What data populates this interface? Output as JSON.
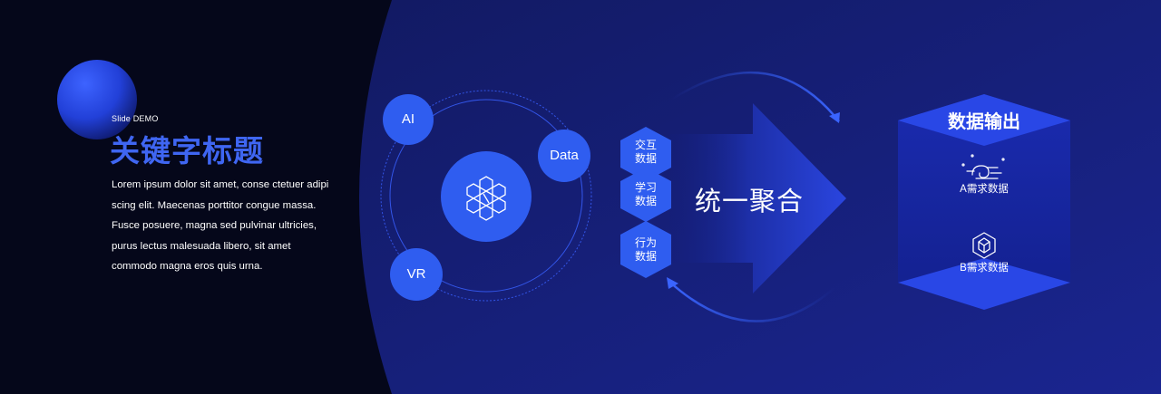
{
  "slide": {
    "label": "Slide DEMO",
    "title": "关键字标题",
    "body": "Lorem ipsum dolor sit amet, conse ctetuer adipi scing elit. Maecenas porttitor congue massa. Fusce posuere, magna sed pulvinar ultricies, purus lectus malesuada libero, sit amet commodo magna eros quis urna."
  },
  "orbit": {
    "nodes": [
      "AI",
      "Data",
      "VR"
    ],
    "center_icon": "honeycomb-icon"
  },
  "sources": [
    {
      "line1": "交互",
      "line2": "数据"
    },
    {
      "line1": "学习",
      "line2": "数据"
    },
    {
      "line1": "行为",
      "line2": "数据"
    }
  ],
  "aggregate": {
    "label": "统一聚合"
  },
  "output": {
    "title": "数据输出",
    "needs": [
      {
        "label": "A需求数据",
        "icon": "cloud-wind-icon"
      },
      {
        "label": "B需求数据",
        "icon": "cube-icon"
      }
    ]
  },
  "colors": {
    "accent": "#2f5df0",
    "title": "#3f66f2",
    "background_dark": "#05071a",
    "panel": "#10196a"
  }
}
